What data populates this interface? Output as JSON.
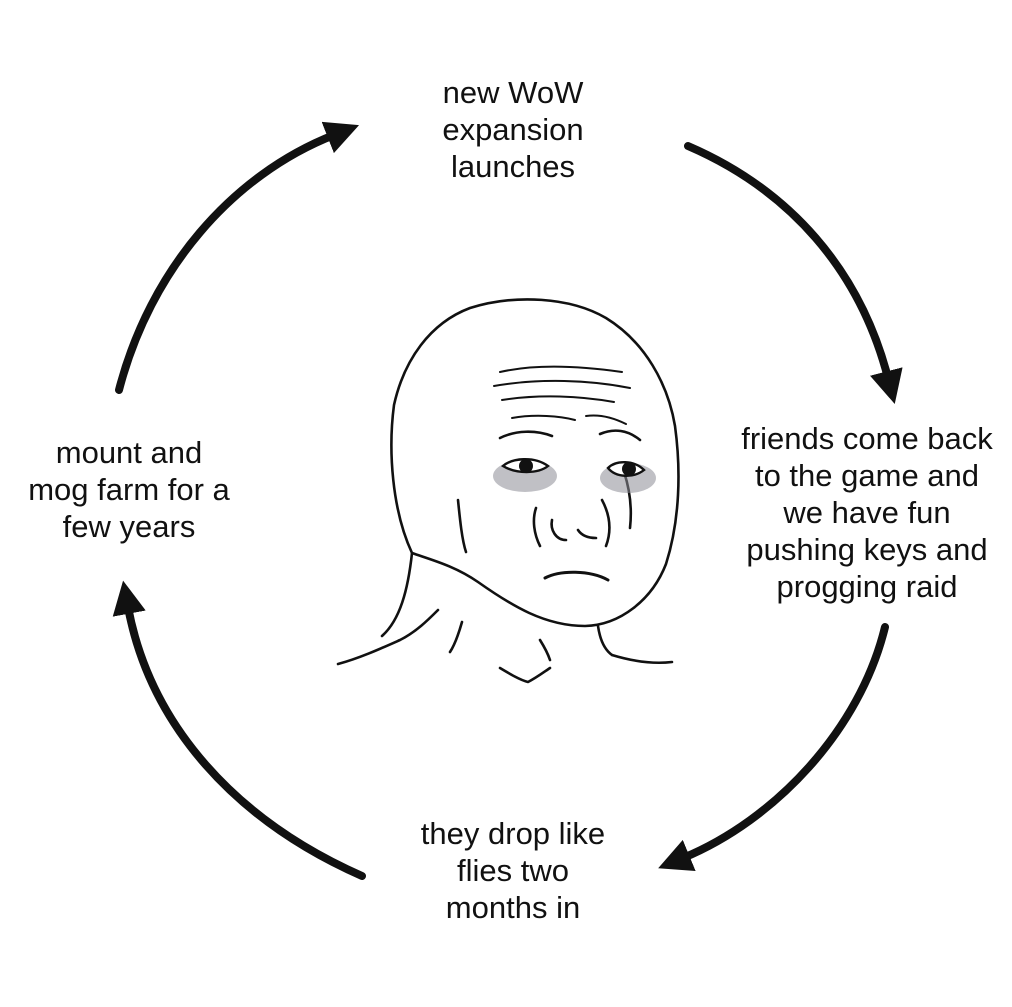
{
  "cycle": {
    "top": {
      "lines": [
        "new WoW",
        "expansion",
        "launches"
      ]
    },
    "right": {
      "lines": [
        "friends come back",
        "to the game and",
        "we have fun",
        "pushing keys and",
        "progging raid"
      ]
    },
    "bottom": {
      "lines": [
        "they drop like",
        "flies two",
        "months in"
      ]
    },
    "left": {
      "lines": [
        "mount and",
        "mog farm for a",
        "few years"
      ]
    }
  },
  "center_figure": {
    "icon": "sad-wojak-face-icon"
  },
  "colors": {
    "ink": "#111111",
    "background": "#ffffff",
    "eye_shadow": "#8c8c96"
  }
}
